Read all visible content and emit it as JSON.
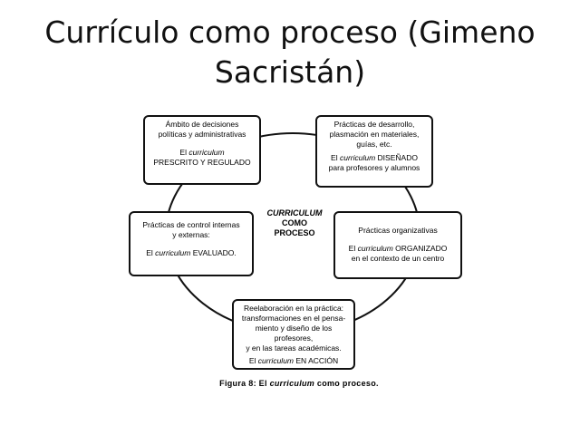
{
  "slide": {
    "title_line1": "Currículo como proceso (Gimeno",
    "title_line2": "Sacristán)"
  },
  "diagram": {
    "center": {
      "line1": "CURRICULUM",
      "line2": "COMO",
      "line3": "PROCESO"
    },
    "boxes": {
      "prescrito": {
        "lines": [
          "Ámbito de decisiones",
          "políticas y administrativas"
        ],
        "term_prefix": "El",
        "term_word": "curriculum",
        "term_label": "PRESCRITO Y REGULADO"
      },
      "disenado": {
        "lines": [
          "Prácticas de desarrollo,",
          "plasmación en materiales,",
          "guías, etc."
        ],
        "term_prefix": "El",
        "term_word": "curriculum",
        "term_label": "DISEÑADO",
        "term_suffix": "para profesores y alumnos"
      },
      "evaluado": {
        "lines": [
          "Prácticas de control internas",
          "y externas:"
        ],
        "term_prefix": "El",
        "term_word": "curriculum",
        "term_label": "EVALUADO."
      },
      "organizado": {
        "lines": [
          "Prácticas organizativas"
        ],
        "term_prefix": "El",
        "term_word": "curriculum",
        "term_label": "ORGANIZADO",
        "term_suffix": "en el contexto de un centro"
      },
      "accion": {
        "lines": [
          "Reelaboración en la práctica:",
          "transformaciones en el pensa-",
          "miento y diseño de los profesores,",
          "y en las tareas académicas."
        ],
        "term_prefix": "El",
        "term_word": "curriculum",
        "term_label": "EN ACCIÓN"
      }
    },
    "caption": {
      "prefix": "Figura 8:  El",
      "word": "curriculum",
      "suffix": "como  proceso."
    }
  }
}
